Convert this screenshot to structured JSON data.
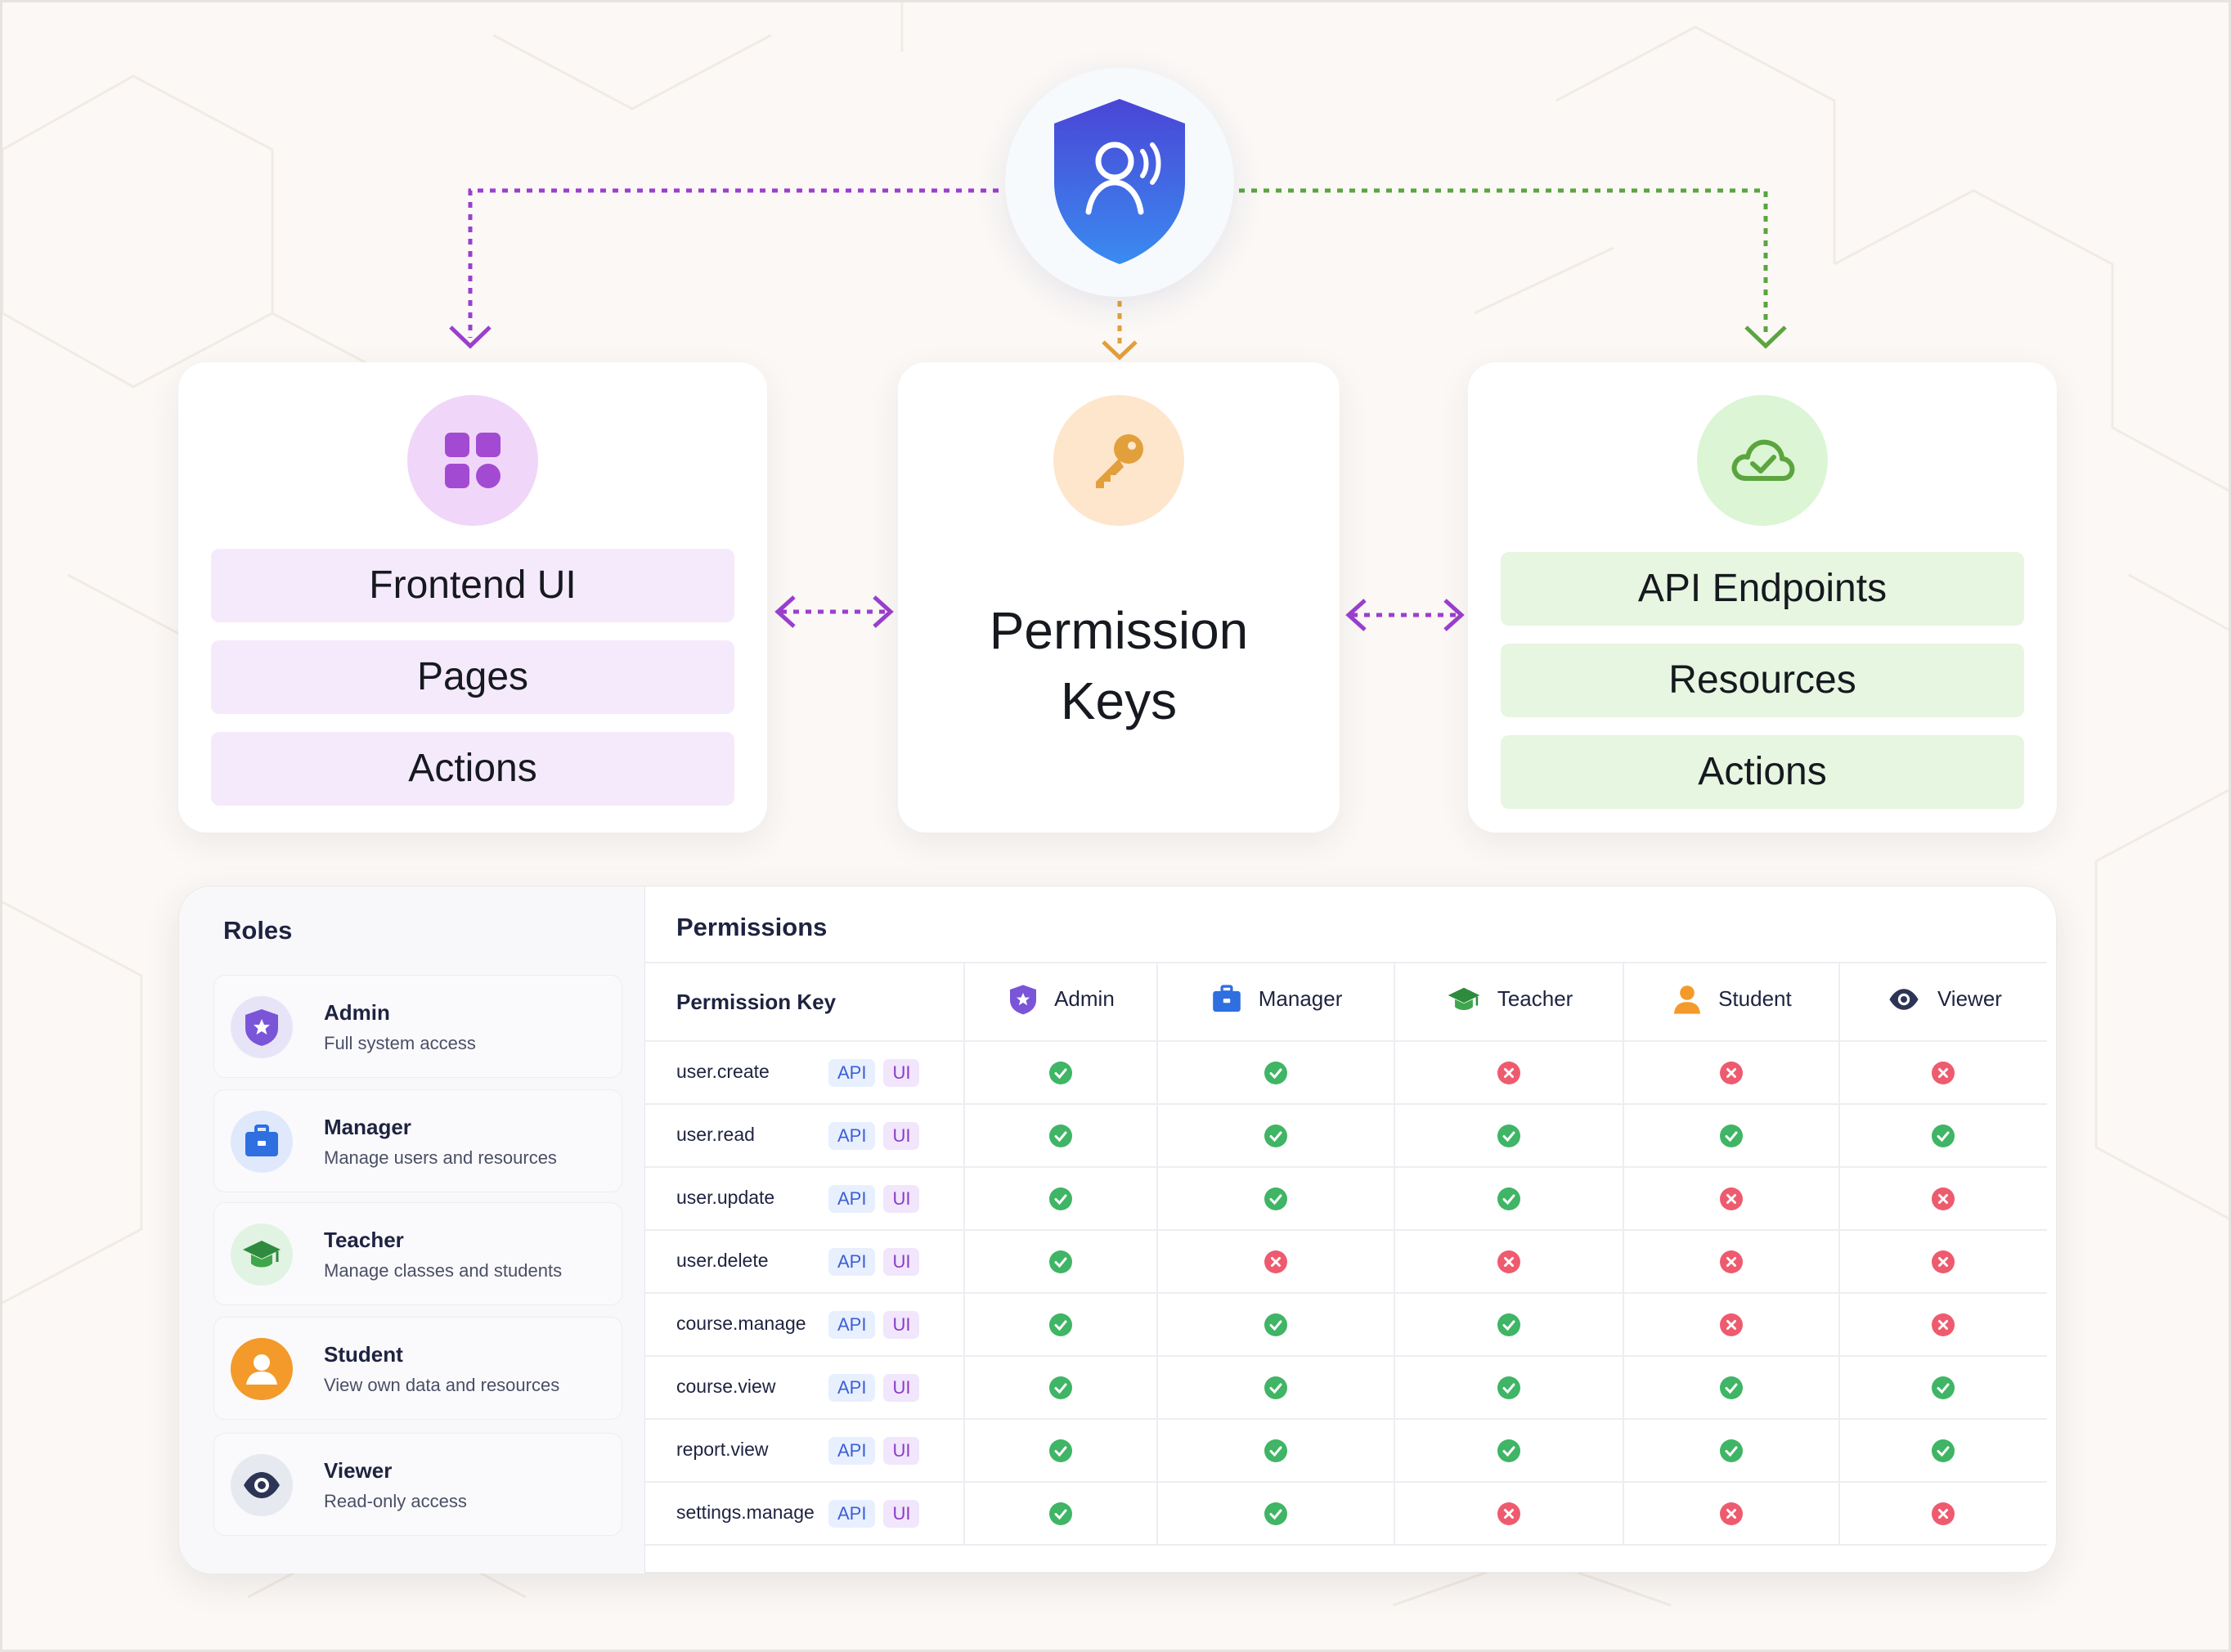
{
  "diagram": {
    "frontend": {
      "items": [
        "Frontend UI",
        "Pages",
        "Actions"
      ],
      "icon": "grid-apps-icon",
      "color": "#a24bd2"
    },
    "center": {
      "title": "Permission Keys",
      "icon": "key-icon",
      "color": "#e2a03c"
    },
    "backend": {
      "items": [
        "API Endpoints",
        "Resources",
        "Actions"
      ],
      "icon": "cloud-check-icon",
      "color": "#5ba53f"
    },
    "hub": {
      "icon": "shield-user-icon",
      "color": "#3d59e8"
    }
  },
  "roles": {
    "title": "Roles",
    "items": [
      {
        "name": "Admin",
        "desc": "Full system access",
        "icon": "star-shield-icon"
      },
      {
        "name": "Manager",
        "desc": "Manage users and resources",
        "icon": "briefcase-icon"
      },
      {
        "name": "Teacher",
        "desc": "Manage classes and students",
        "icon": "graduation-cap-icon"
      },
      {
        "name": "Student",
        "desc": "View own data and resources",
        "icon": "person-icon"
      },
      {
        "name": "Viewer",
        "desc": "Read-only access",
        "icon": "eye-icon"
      }
    ]
  },
  "permissions": {
    "title": "Permissions",
    "key_header": "Permission Key",
    "columns": [
      "Admin",
      "Manager",
      "Teacher",
      "Student",
      "Viewer"
    ],
    "badge_api": "API",
    "badge_ui": "UI",
    "rows": [
      {
        "key": "user.create",
        "values": [
          true,
          true,
          false,
          false,
          false
        ]
      },
      {
        "key": "user.read",
        "values": [
          true,
          true,
          true,
          true,
          true
        ]
      },
      {
        "key": "user.update",
        "values": [
          true,
          true,
          true,
          false,
          false
        ]
      },
      {
        "key": "user.delete",
        "values": [
          true,
          false,
          false,
          false,
          false
        ]
      },
      {
        "key": "course.manage",
        "values": [
          true,
          true,
          true,
          false,
          false
        ]
      },
      {
        "key": "course.view",
        "values": [
          true,
          true,
          true,
          true,
          true
        ]
      },
      {
        "key": "report.view",
        "values": [
          true,
          true,
          true,
          true,
          true
        ]
      },
      {
        "key": "settings.manage",
        "values": [
          true,
          true,
          false,
          false,
          false
        ]
      }
    ],
    "colors": {
      "allowed": "#3fb565",
      "denied": "#ee5b6e"
    }
  }
}
